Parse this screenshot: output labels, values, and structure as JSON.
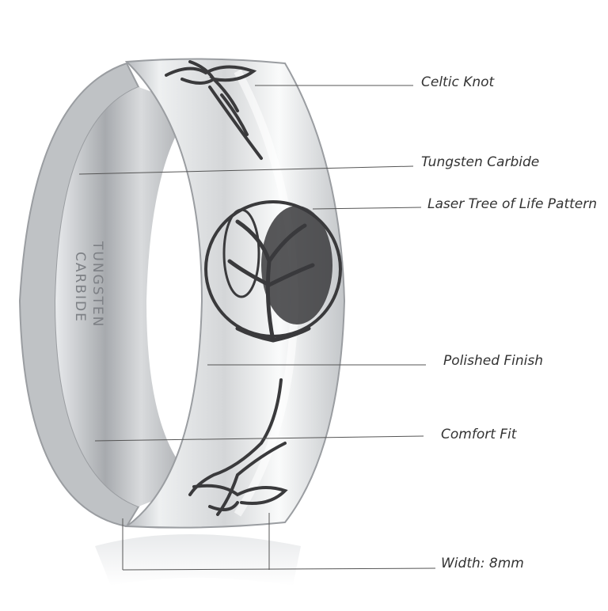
{
  "product": {
    "inner_engraving_line1": "TUNGSTEN",
    "inner_engraving_line2": "CARBIDE"
  },
  "callouts": [
    {
      "id": "celtic-knot",
      "label": "Celtic Knot"
    },
    {
      "id": "tungsten-carbide",
      "label": "Tungsten Carbide"
    },
    {
      "id": "laser-tree",
      "label": "Laser Tree of Life Pattern"
    },
    {
      "id": "polished-finish",
      "label": "Polished Finish"
    },
    {
      "id": "comfort-fit",
      "label": "Comfort Fit"
    },
    {
      "id": "width",
      "label": "Width: 8mm"
    }
  ],
  "colors": {
    "metal_light": "#f4f5f6",
    "metal_mid": "#c9cbce",
    "metal_dark": "#8c8f93",
    "engraving": "#3a3a3c",
    "leader_line": "#555555",
    "label_text": "#333333"
  }
}
